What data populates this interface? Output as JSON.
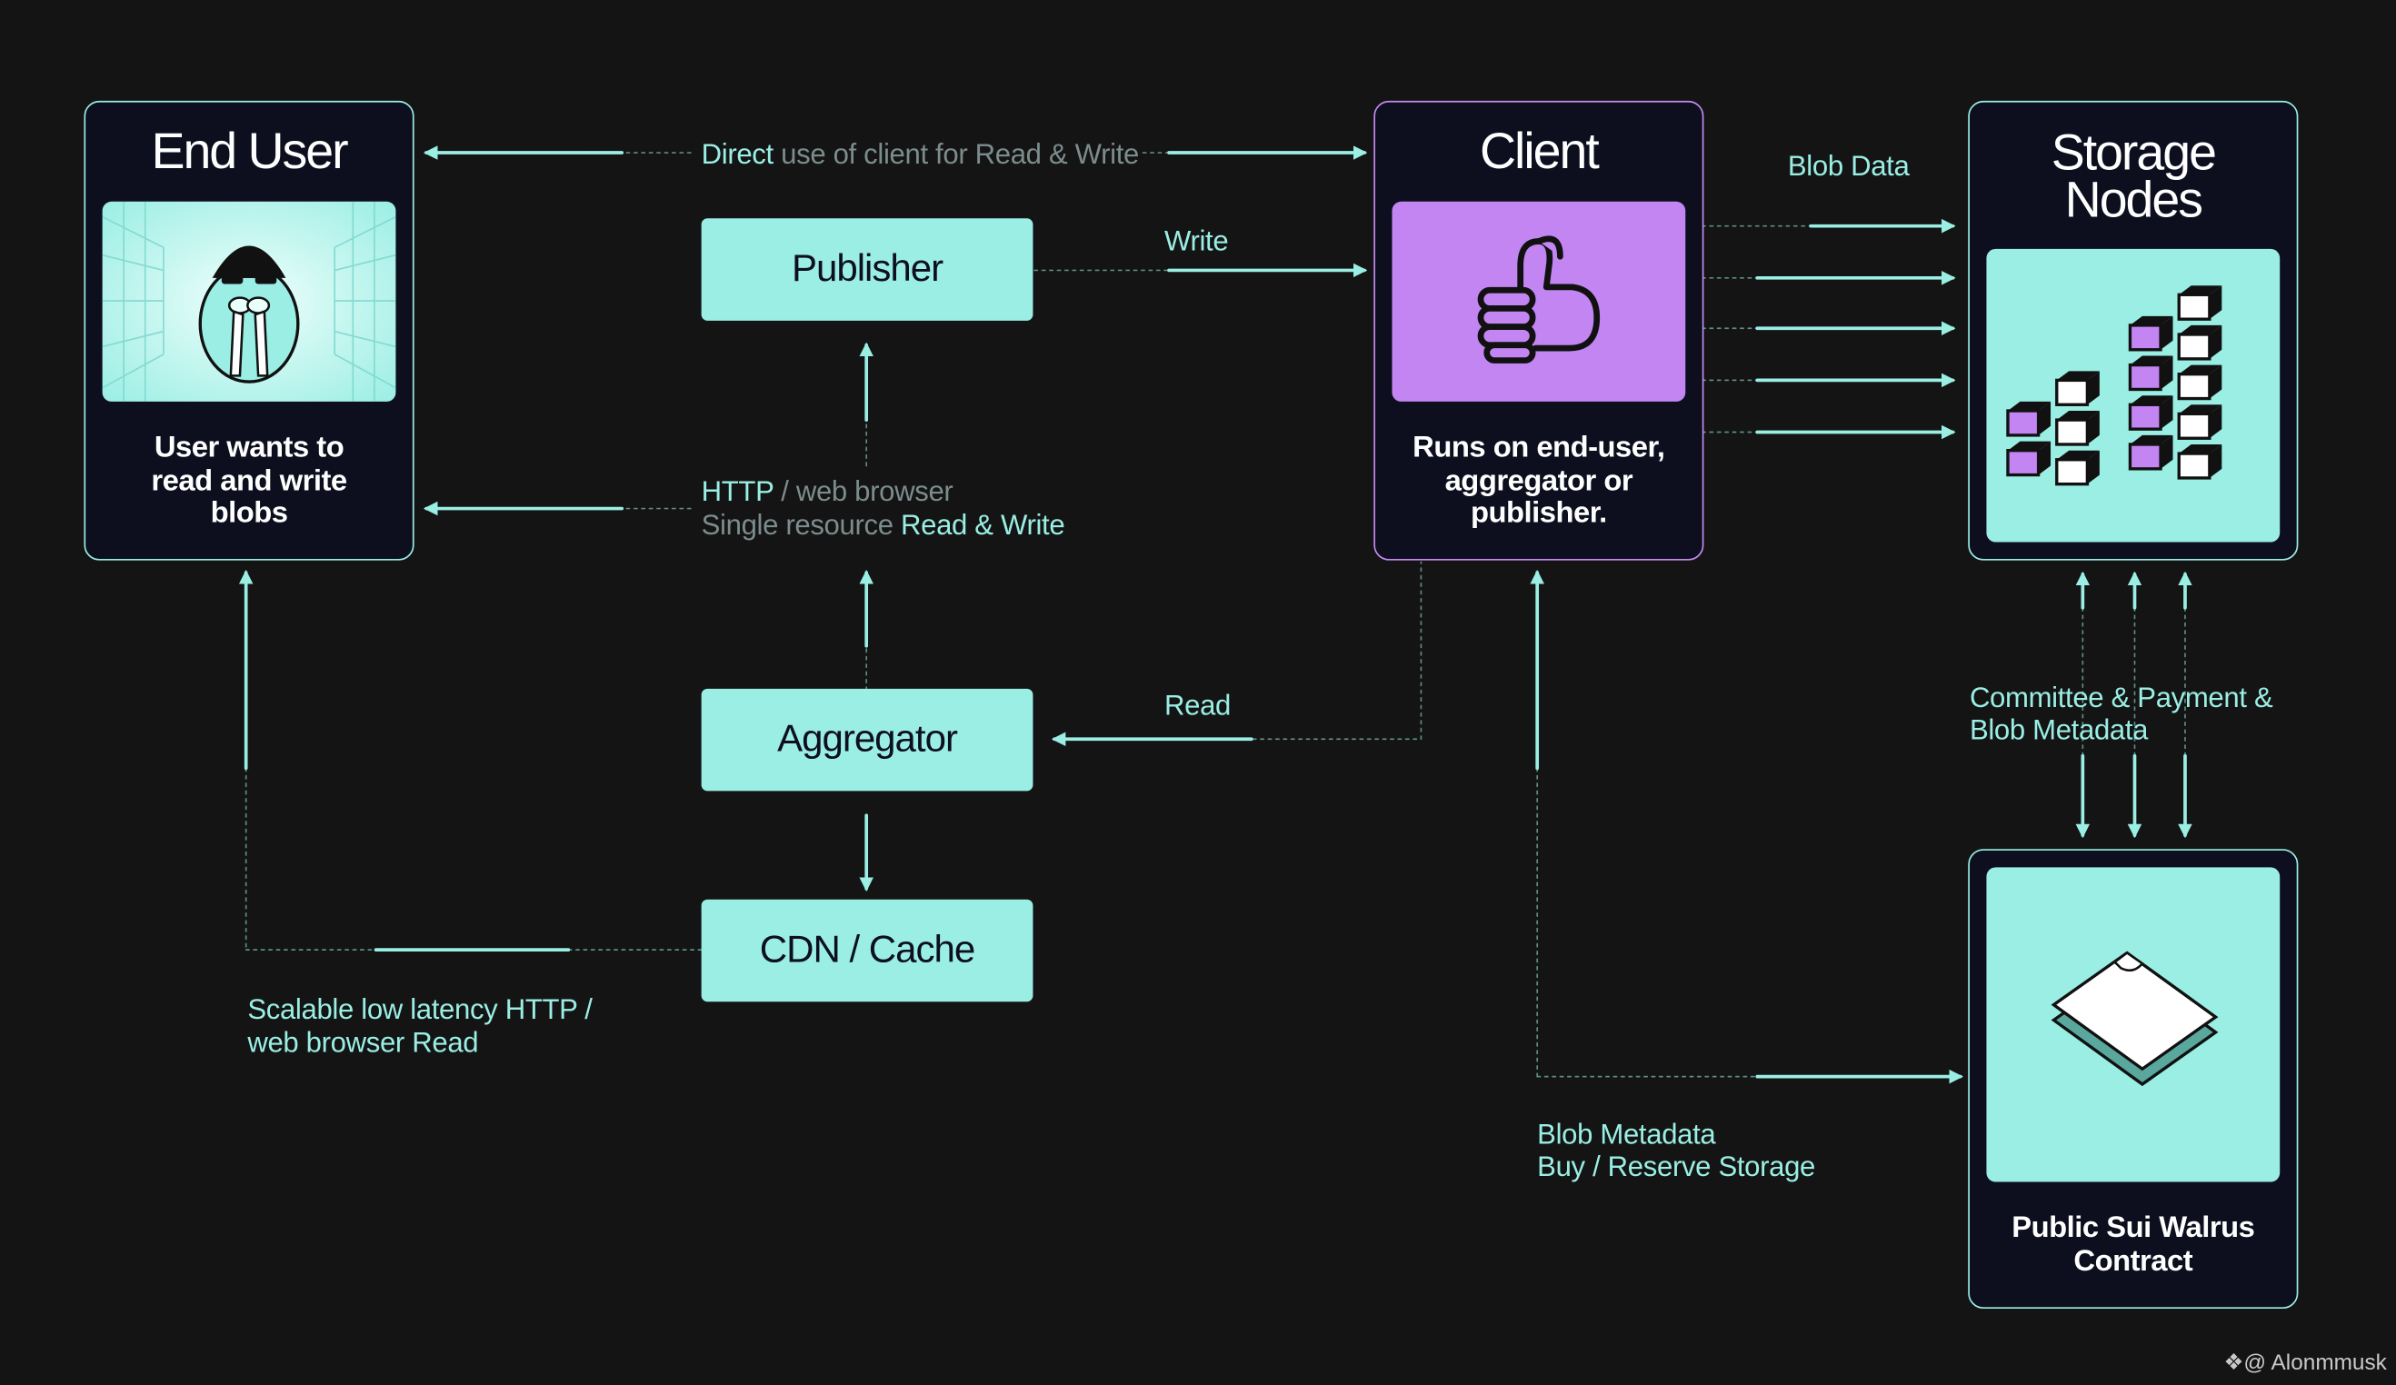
{
  "nodes": {
    "end_user": {
      "title": "End User",
      "caption": "User wants to\nread and write\nblobs"
    },
    "client": {
      "title": "Client",
      "caption": "Runs on end-user,\naggregator or\npublisher."
    },
    "storage": {
      "title": "Storage\nNodes"
    },
    "contract": {
      "caption": "Public Sui Walrus\nContract"
    },
    "publisher": "Publisher",
    "aggregator": "Aggregator",
    "cdn": "CDN / Cache"
  },
  "labels": {
    "direct_a": "Direct",
    "direct_b": " use of client for Read & Write",
    "write": "Write",
    "blob_data": "Blob Data",
    "http_a": "HTTP",
    "http_b": " / web browser",
    "single_a": "Single resource ",
    "single_b": "Read & Write",
    "read": "Read",
    "committee_1": "Committee & Payment &",
    "committee_2": "Blob Metadata",
    "scalable_1": "Scalable low latency HTTP /",
    "scalable_2": "web browser Read",
    "blob_meta_1": "Blob Metadata",
    "blob_meta_2": "Buy / Reserve Storage"
  },
  "watermark": "@ Alonmmusk",
  "colors": {
    "accent": "#9aeee4",
    "purple": "#c385f2",
    "card": "#0d0f1f",
    "background": "#141414"
  }
}
